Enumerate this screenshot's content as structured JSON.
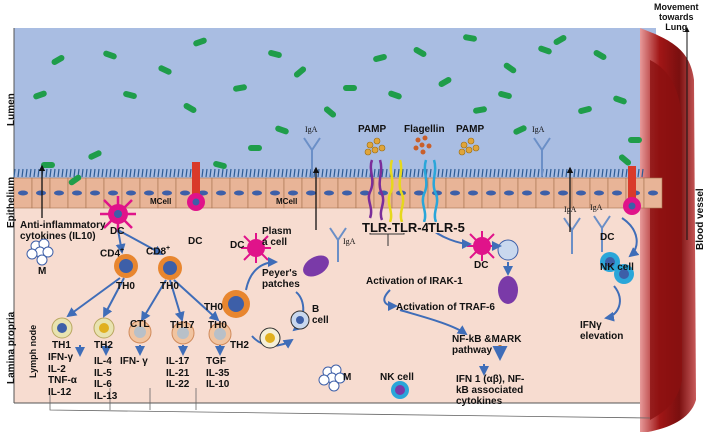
{
  "colors": {
    "lumen": "#a9bde2",
    "lamina": "#f7dcd0",
    "epithelium": "#e8b497",
    "bacteria": "#1f9d4a",
    "mucus": "#2e5d96",
    "vessel_dark": "#8b1a1a",
    "vessel_light": "#e08a8a",
    "th0_ring": "#e8862f",
    "th0_core": "#3d5fa8",
    "dc": "#e0138a",
    "arrow": "#3f6db8"
  },
  "zones": {
    "lumen": "Lumen",
    "epithelium": "Epithelium",
    "lamina_propria": "Lamina propria",
    "lymph_node": "Lymph node",
    "blood_vessel": "Blood vessel",
    "movement": [
      "Movement",
      "towards",
      "Lung"
    ]
  },
  "cells": {
    "mcell_1": "MCell",
    "mcell_2": "MCell",
    "cd4": "CD4",
    "cd8": "CD8",
    "sup_plus": "+",
    "th0_cd4": "TH0",
    "th0_cd8": "TH0",
    "th1": "TH1",
    "th2": "TH2",
    "ctl": "CTL",
    "th17": "TH17",
    "th0_right": "TH0",
    "dc_1": "DC",
    "dc_2": "DC",
    "dc_3": "DC",
    "dc_4": "DC",
    "m_1": "M",
    "m_2": "M",
    "plasma_cell": [
      "Plasm",
      "a cell"
    ],
    "peyers": [
      "Peyer's",
      "patches"
    ],
    "th0_peyer": "TH0",
    "th2_peyer": "TH2",
    "b_cell": [
      "B",
      "cell"
    ],
    "nk_cell_1": "NK cell",
    "nk_cell_2": "NK cell",
    "iga": [
      "IgA",
      "IgA",
      "IgA",
      "IgA",
      "IgA"
    ]
  },
  "labels": {
    "anti_inflammatory": [
      "Anti-inflammatory",
      "cytokines (IL10)"
    ],
    "pamp_1": "PAMP",
    "flagellin": "Flagellin",
    "pamp_2": "PAMP",
    "tlr2": "TLR-2",
    "tlr4": "TLR-4",
    "tlr5": "TLR-5",
    "irak": "Activation of IRAK-1",
    "traf": "Activation of TRAF-6",
    "nfkb": [
      "NF-kB &MARK",
      "pathway"
    ],
    "ifn1": [
      "IFN 1 (αβ), NF-",
      "kB associated",
      "cytokines"
    ],
    "ifn_gamma_elev": [
      "IFNγ",
      "elevation"
    ]
  },
  "cytokines": {
    "th1": [
      "IFN-γ",
      "IL-2",
      "TNF-α",
      "IL-12"
    ],
    "th2": [
      "IL-4",
      "IL-5",
      "IL-6",
      "IL-13"
    ],
    "ctl": [
      "IFN- γ"
    ],
    "th17": [
      "IL-17",
      "IL-21",
      "IL-22"
    ],
    "th0": [
      "TGF",
      "IL-35",
      "IL-10"
    ]
  }
}
